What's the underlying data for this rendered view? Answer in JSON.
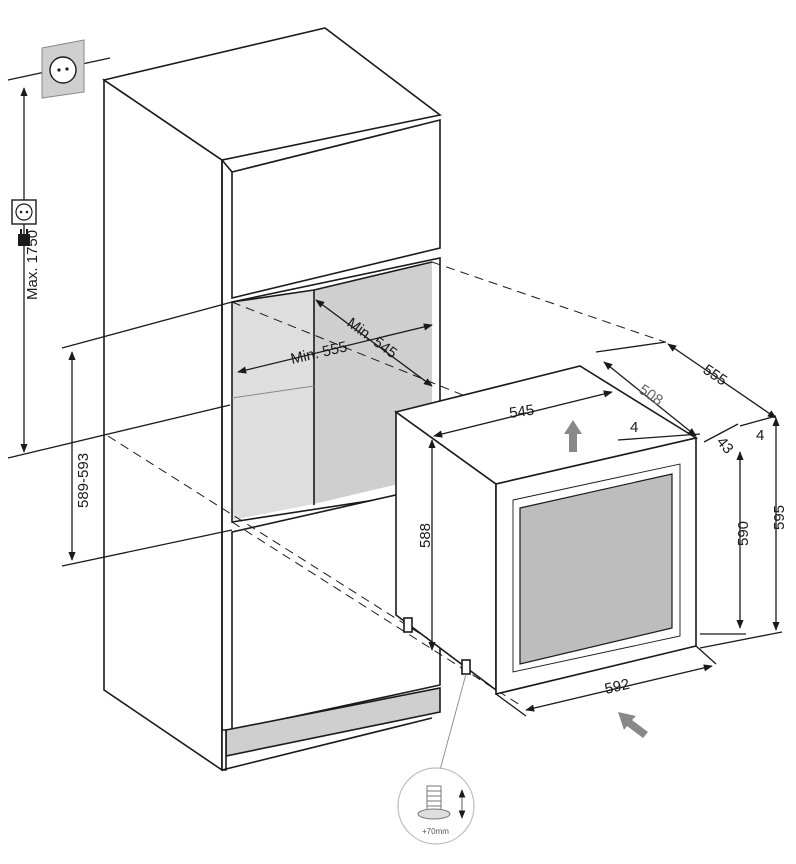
{
  "labels": {
    "max_height": "Max. 1750",
    "niche_height": "589-593",
    "niche_width": "Min. 555",
    "niche_depth": "Min. 545",
    "appliance_width_top": "545",
    "appliance_body_height": "588",
    "appliance_depth": "508",
    "appliance_total_depth": "555",
    "gap_top": "4",
    "door_thickness": "43",
    "door_gap": "4",
    "door_height": "590",
    "total_height": "595",
    "front_width": "592",
    "foot_adjust": "+70mm"
  },
  "colors": {
    "line": "#1a1a1a",
    "shade": "#cfcfcf",
    "glass": "#bdbdbd",
    "arrow": "#888888"
  },
  "icons": [
    "wall-socket-icon",
    "socket-plug-icon",
    "adjustable-foot-icon",
    "airflow-up-arrow-icon",
    "airflow-in-arrow-icon"
  ]
}
